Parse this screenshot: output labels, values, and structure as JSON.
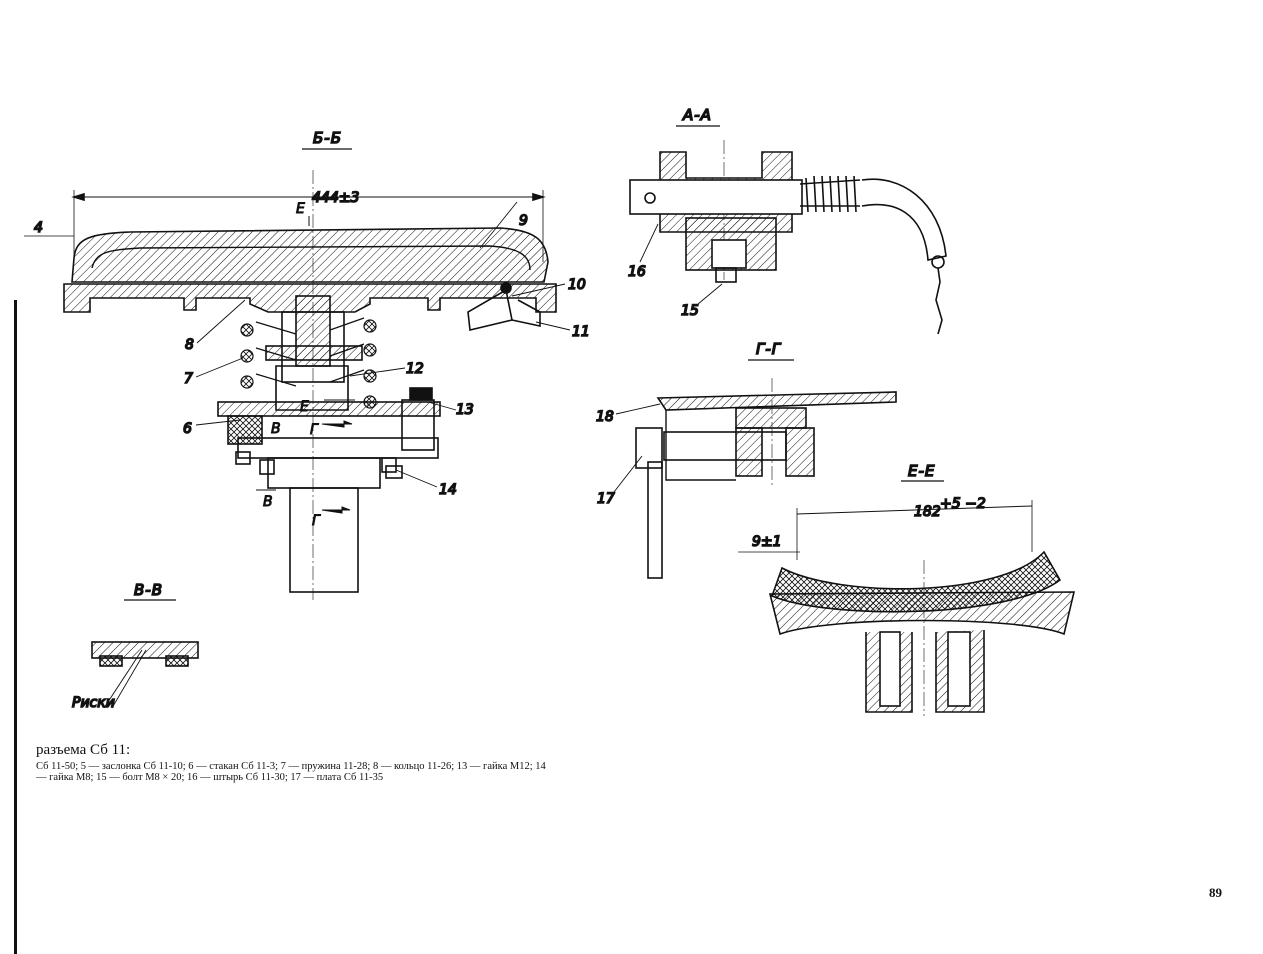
{
  "figure": {
    "sections": {
      "bb": "Б-Б",
      "aa": "А-А",
      "gg": "Г-Г",
      "ee": "Е-Е",
      "vv": "В-В"
    },
    "dimensions": {
      "overall_width": "444±3",
      "edge_offset": "4",
      "ee_width": "182",
      "ee_width_tol": "+5\n−2",
      "ee_edge": "9±1"
    },
    "section_markers": {
      "e_top": "Е",
      "e_mid": "Е",
      "g_mid": "Г",
      "g_low": "Г",
      "v_mid": "В",
      "v_low": "В"
    },
    "part_numbers": [
      "6",
      "7",
      "8",
      "9",
      "10",
      "11",
      "12",
      "13",
      "14",
      "15",
      "16",
      "17",
      "18"
    ],
    "marks_label": "Риски"
  },
  "caption": {
    "title": "разъема Сб 11:",
    "body": "Сб 11-50; 5 — заслонка Сб 11-10; 6 — стакан Сб 11-3; 7 — пружина 11-28; 8 — кольцо 11-26; 13 — гайка М12; 14 — гайка М8; 15 — болт М8 × 20; 16 — штырь Сб 11-30; 17 — плата Сб 11-35"
  },
  "page_number": "89"
}
